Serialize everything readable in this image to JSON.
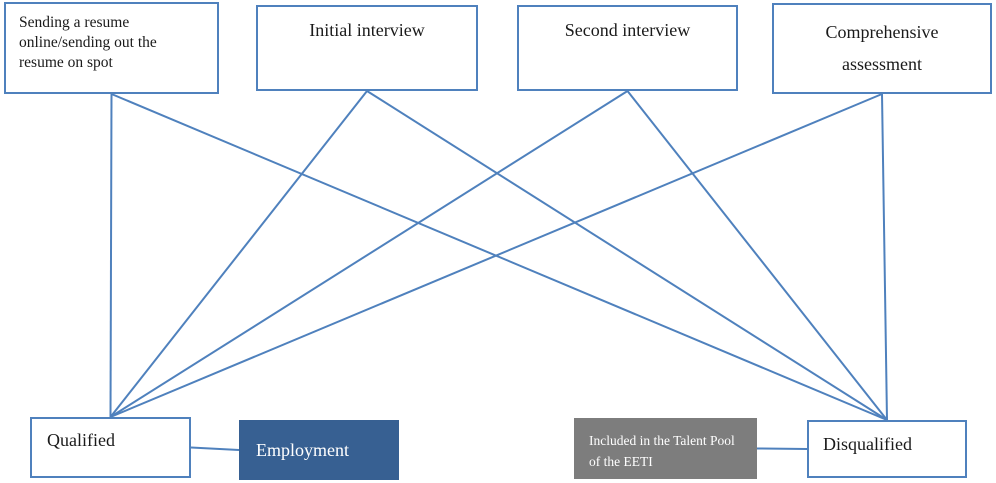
{
  "diagram": {
    "stages": [
      {
        "id": "sending-resume",
        "label": "Sending a resume online/sending out the resume on spot"
      },
      {
        "id": "initial-interview",
        "label": "Initial interview"
      },
      {
        "id": "second-interview",
        "label": "Second interview"
      },
      {
        "id": "comprehensive-assessment",
        "label": "Comprehensive assessment"
      }
    ],
    "outcomes": [
      {
        "id": "qualified",
        "label": "Qualified"
      },
      {
        "id": "employment",
        "label": "Employment"
      },
      {
        "id": "talent-pool",
        "label": "Included in the Talent Pool of the EETI"
      },
      {
        "id": "disqualified",
        "label": "Disqualified"
      }
    ],
    "edges": [
      {
        "from": "sending-resume",
        "to": "qualified",
        "from_anchor": "bottom",
        "to_anchor": "top"
      },
      {
        "from": "sending-resume",
        "to": "disqualified",
        "from_anchor": "bottom",
        "to_anchor": "top"
      },
      {
        "from": "initial-interview",
        "to": "qualified",
        "from_anchor": "bottom",
        "to_anchor": "top"
      },
      {
        "from": "initial-interview",
        "to": "disqualified",
        "from_anchor": "bottom",
        "to_anchor": "top"
      },
      {
        "from": "second-interview",
        "to": "qualified",
        "from_anchor": "bottom",
        "to_anchor": "top"
      },
      {
        "from": "second-interview",
        "to": "disqualified",
        "from_anchor": "bottom",
        "to_anchor": "top"
      },
      {
        "from": "comprehensive-assessment",
        "to": "qualified",
        "from_anchor": "bottom",
        "to_anchor": "top"
      },
      {
        "from": "comprehensive-assessment",
        "to": "disqualified",
        "from_anchor": "bottom",
        "to_anchor": "top"
      },
      {
        "from": "qualified",
        "to": "employment",
        "from_anchor": "right",
        "to_anchor": "left"
      },
      {
        "from": "talent-pool",
        "to": "disqualified",
        "from_anchor": "right",
        "to_anchor": "left"
      }
    ]
  },
  "colors": {
    "line": "#4f81bd",
    "box_border": "#4f81bd",
    "text": "#1a1a1a",
    "employment_fill": "#376092",
    "employment_text": "#ffffff",
    "talent_pool_fill": "#7d7d7d",
    "talent_pool_text": "#ffffff"
  }
}
